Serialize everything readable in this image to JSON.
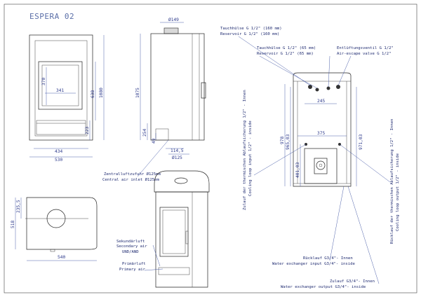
{
  "title": "ESPERA 02",
  "front_view": {
    "dim_width_inner": "434",
    "dim_width_outer": "530",
    "dim_window_w": "341",
    "dim_window_h": "370",
    "dim_height_638": "638",
    "dim_height_1080": "1080",
    "dim_223": "223"
  },
  "side_view": {
    "dim_d149": "Ø149",
    "dim_1075": "1075",
    "dim_254": "254",
    "dim_49": "49",
    "dim_114_5": "114,5",
    "dim_d125": "Ø125"
  },
  "central_air": {
    "de": "Zentralluftzufuhr Ø125mm",
    "en": "Central air inlet Ø125mm"
  },
  "top_view": {
    "dim_518": "518",
    "dim_235_5": "235,5",
    "dim_540": "540"
  },
  "iso_view": {
    "secondary_de": "Sekundärluft",
    "secondary_en": "Secondary air",
    "und": "UND/AND",
    "primary_de": "Primärluft",
    "primary_en": "Primary air"
  },
  "back_view": {
    "tauch1_de": "Tauchhülse G 1/2\" (160 mm)",
    "tauch1_en": "Reservoir G 1/2\" (160 mm)",
    "tauch2_de": "Tauchhülse G 1/2\" (65 mm)",
    "tauch2_en": "Reservoir G 1/2\" (65 mm)",
    "vent_de": "Entlüftungsventil G 1/2\"",
    "vent_en": "Air-escape valve G 1/2\"",
    "dim_245": "245",
    "dim_375": "375",
    "dim_978": "978",
    "dim_965": "965,03",
    "dim_401": "401,03",
    "dim_971": "971,03",
    "zulauf_loop_de": "Zulauf der thermischen Ablaufsicherung 1/2\" - Innen",
    "zulauf_loop_en": "Cooling loop input 1/2\" - inside",
    "ruck_loop_de": "Rücklauf der thermischen Ablaufsicherung 1/2\" - Innen",
    "ruck_loop_en": "Cooling loop output 1/2\" - inside",
    "ruck_de": "Rücklauf G3/4\"- Innen",
    "ruck_en": "Water exchanger input G3/4\"- inside",
    "zul_de": "Zulauf G3/4\"- Innen",
    "zul_en": "Water exchanger output G3/4\"- inside"
  }
}
